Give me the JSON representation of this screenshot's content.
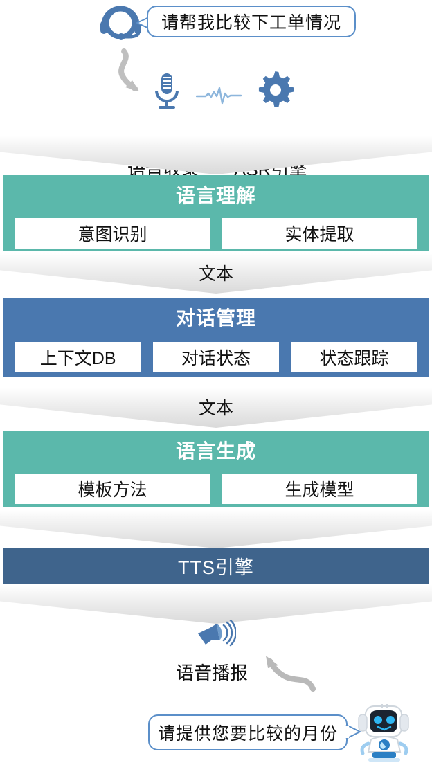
{
  "top": {
    "headset_icon": "headset-icon",
    "user_bubble": "请帮我比较下工单情况"
  },
  "asr": {
    "arrow_icon": "curved-arrow-icon",
    "mic_icon": "microphone-icon",
    "wave_icon": "waveform-icon",
    "gear_icon": "gear-icon",
    "voice_capture_label": "语音收录",
    "asr_engine_label": "ASR引擎"
  },
  "connectors": {
    "arrow1_label": "",
    "arrow2_label": "文本",
    "arrow3_label": "文本",
    "arrow4_label": "",
    "arrow5_label": ""
  },
  "stages": [
    {
      "title": "语言理解",
      "color": "#5BB8AB",
      "items": [
        "意图识别",
        "实体提取"
      ]
    },
    {
      "title": "对话管理",
      "color": "#4A78AF",
      "items": [
        "上下文DB",
        "对话状态",
        "状态跟踪"
      ]
    },
    {
      "title": "语言生成",
      "color": "#5BB8AB",
      "items": [
        "模板方法",
        "生成模型"
      ]
    }
  ],
  "tts": {
    "title": "TTS引擎",
    "color": "#3F648C"
  },
  "bottom": {
    "speaker_icon": "megaphone-icon",
    "broadcast_label": "语音播报",
    "arrow_icon": "curved-arrow-icon",
    "bot_bubble": "请提供您要比较的月份",
    "robot_icon": "robot-icon"
  },
  "colors": {
    "green": "#5BB8AB",
    "blue": "#4A78AF",
    "dark_blue": "#3F648C",
    "icon_blue": "#4A78AF",
    "bubble_border": "#5B8FC9",
    "arrow_gray": "#b9b9b9"
  }
}
